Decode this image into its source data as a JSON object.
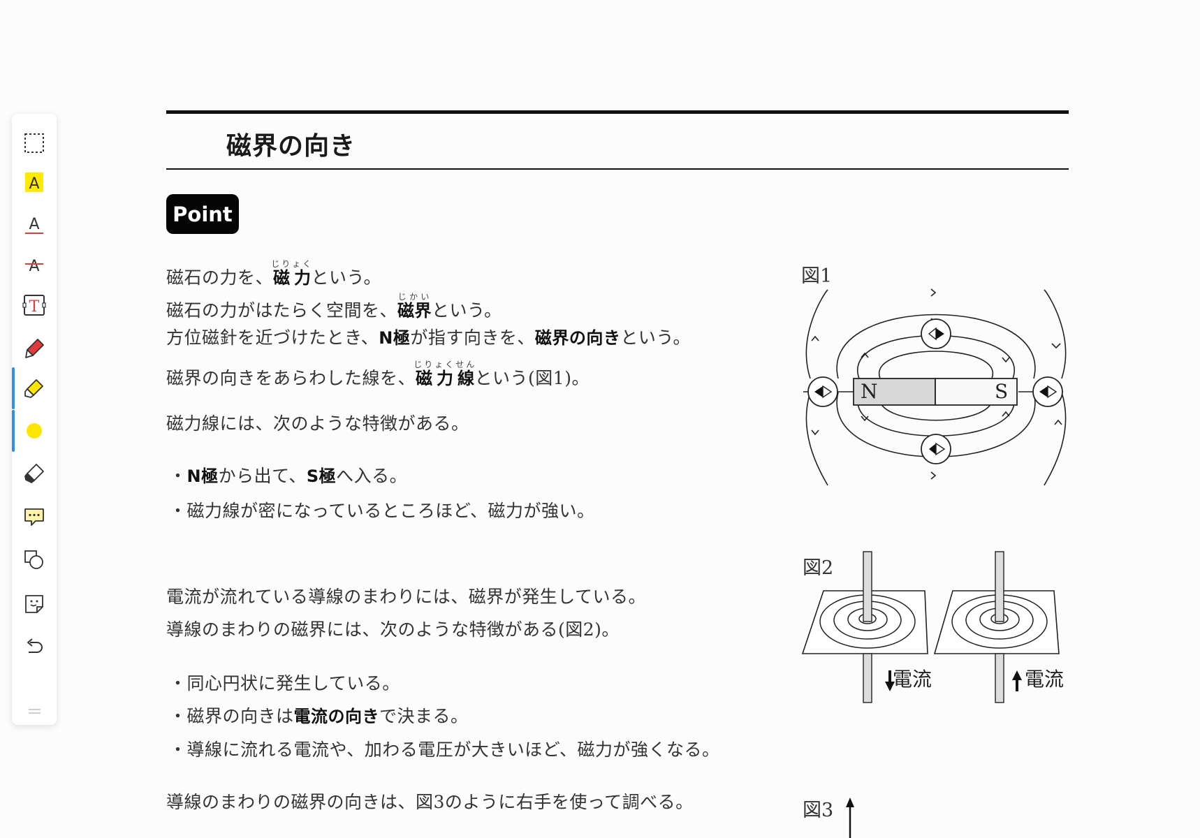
{
  "toolbar": {
    "tools": [
      {
        "name": "select-tool",
        "icon": "dashed-rectangle-icon"
      },
      {
        "name": "highlight-text-tool",
        "icon": "highlight-text-icon"
      },
      {
        "name": "underline-tool",
        "icon": "underline-text-icon"
      },
      {
        "name": "strikethrough-tool",
        "icon": "strikethrough-text-icon"
      },
      {
        "name": "text-box-tool",
        "icon": "text-box-icon"
      },
      {
        "name": "pen-tool",
        "icon": "pen-icon"
      },
      {
        "name": "highlighter-tool",
        "icon": "highlighter-icon",
        "active": true
      },
      {
        "name": "color-picker",
        "icon": "color-dot-icon",
        "color": "#ffe600"
      },
      {
        "name": "eraser-tool",
        "icon": "eraser-icon"
      },
      {
        "name": "comment-tool",
        "icon": "comment-icon"
      },
      {
        "name": "shape-tool",
        "icon": "shapes-icon"
      },
      {
        "name": "sticker-tool",
        "icon": "sticker-icon"
      },
      {
        "name": "undo-button",
        "icon": "undo-icon"
      }
    ],
    "handle_icon": "drag-handle-icon",
    "accent_color": "#2f8fe6",
    "tool_glyph": "A",
    "textbox_glyph": "T"
  },
  "page": {
    "title": "磁界の向き",
    "badge": "Point",
    "para1": [
      {
        "pre": "磁石の力を、",
        "term": "磁力",
        "ruby": "じりょく",
        "post": "という。"
      },
      {
        "pre": "磁石の力がはたらく空間を、",
        "term": "磁界",
        "ruby": "じかい",
        "post": "という。"
      },
      {
        "pre": "方位磁針を近づけたとき、",
        "b1": "N極",
        "mid": "が指す向きを、",
        "b2": "磁界の向き",
        "post": "という。"
      },
      {
        "pre": "磁界の向きをあらわした線を、",
        "term": "磁力線",
        "ruby": "じりょくせん",
        "post": "という(図1)。"
      }
    ],
    "para2": "磁力線には、次のような特徴がある。",
    "bullets1": [
      {
        "b": "N極",
        "mid": "から出て、",
        "b2": "S極",
        "post": "へ入る。"
      },
      {
        "text": "磁力線が密になっているところほど、磁力が強い。"
      }
    ],
    "para3": [
      "電流が流れている導線のまわりには、磁界が発生している。",
      "導線のまわりの磁界には、次のような特徴がある(図2)。"
    ],
    "bullets2": [
      {
        "text": "同心円状に発生している。"
      },
      {
        "pre": "磁界の向きは",
        "b": "電流の向き",
        "post": "で決まる。"
      },
      {
        "text": "導線に流れる電流や、加わる電圧が大きいほど、磁力が強くなる。"
      }
    ],
    "para4": "導線のまわりの磁界の向きは、図3のように右手を使って調べる。",
    "bullet_mark": "・"
  },
  "figures": {
    "fig1": {
      "label": "図1",
      "north": "N",
      "south": "S"
    },
    "fig2": {
      "label": "図2",
      "current_left": "電流",
      "current_right": "電流"
    },
    "fig3": {
      "label": "図3"
    }
  }
}
